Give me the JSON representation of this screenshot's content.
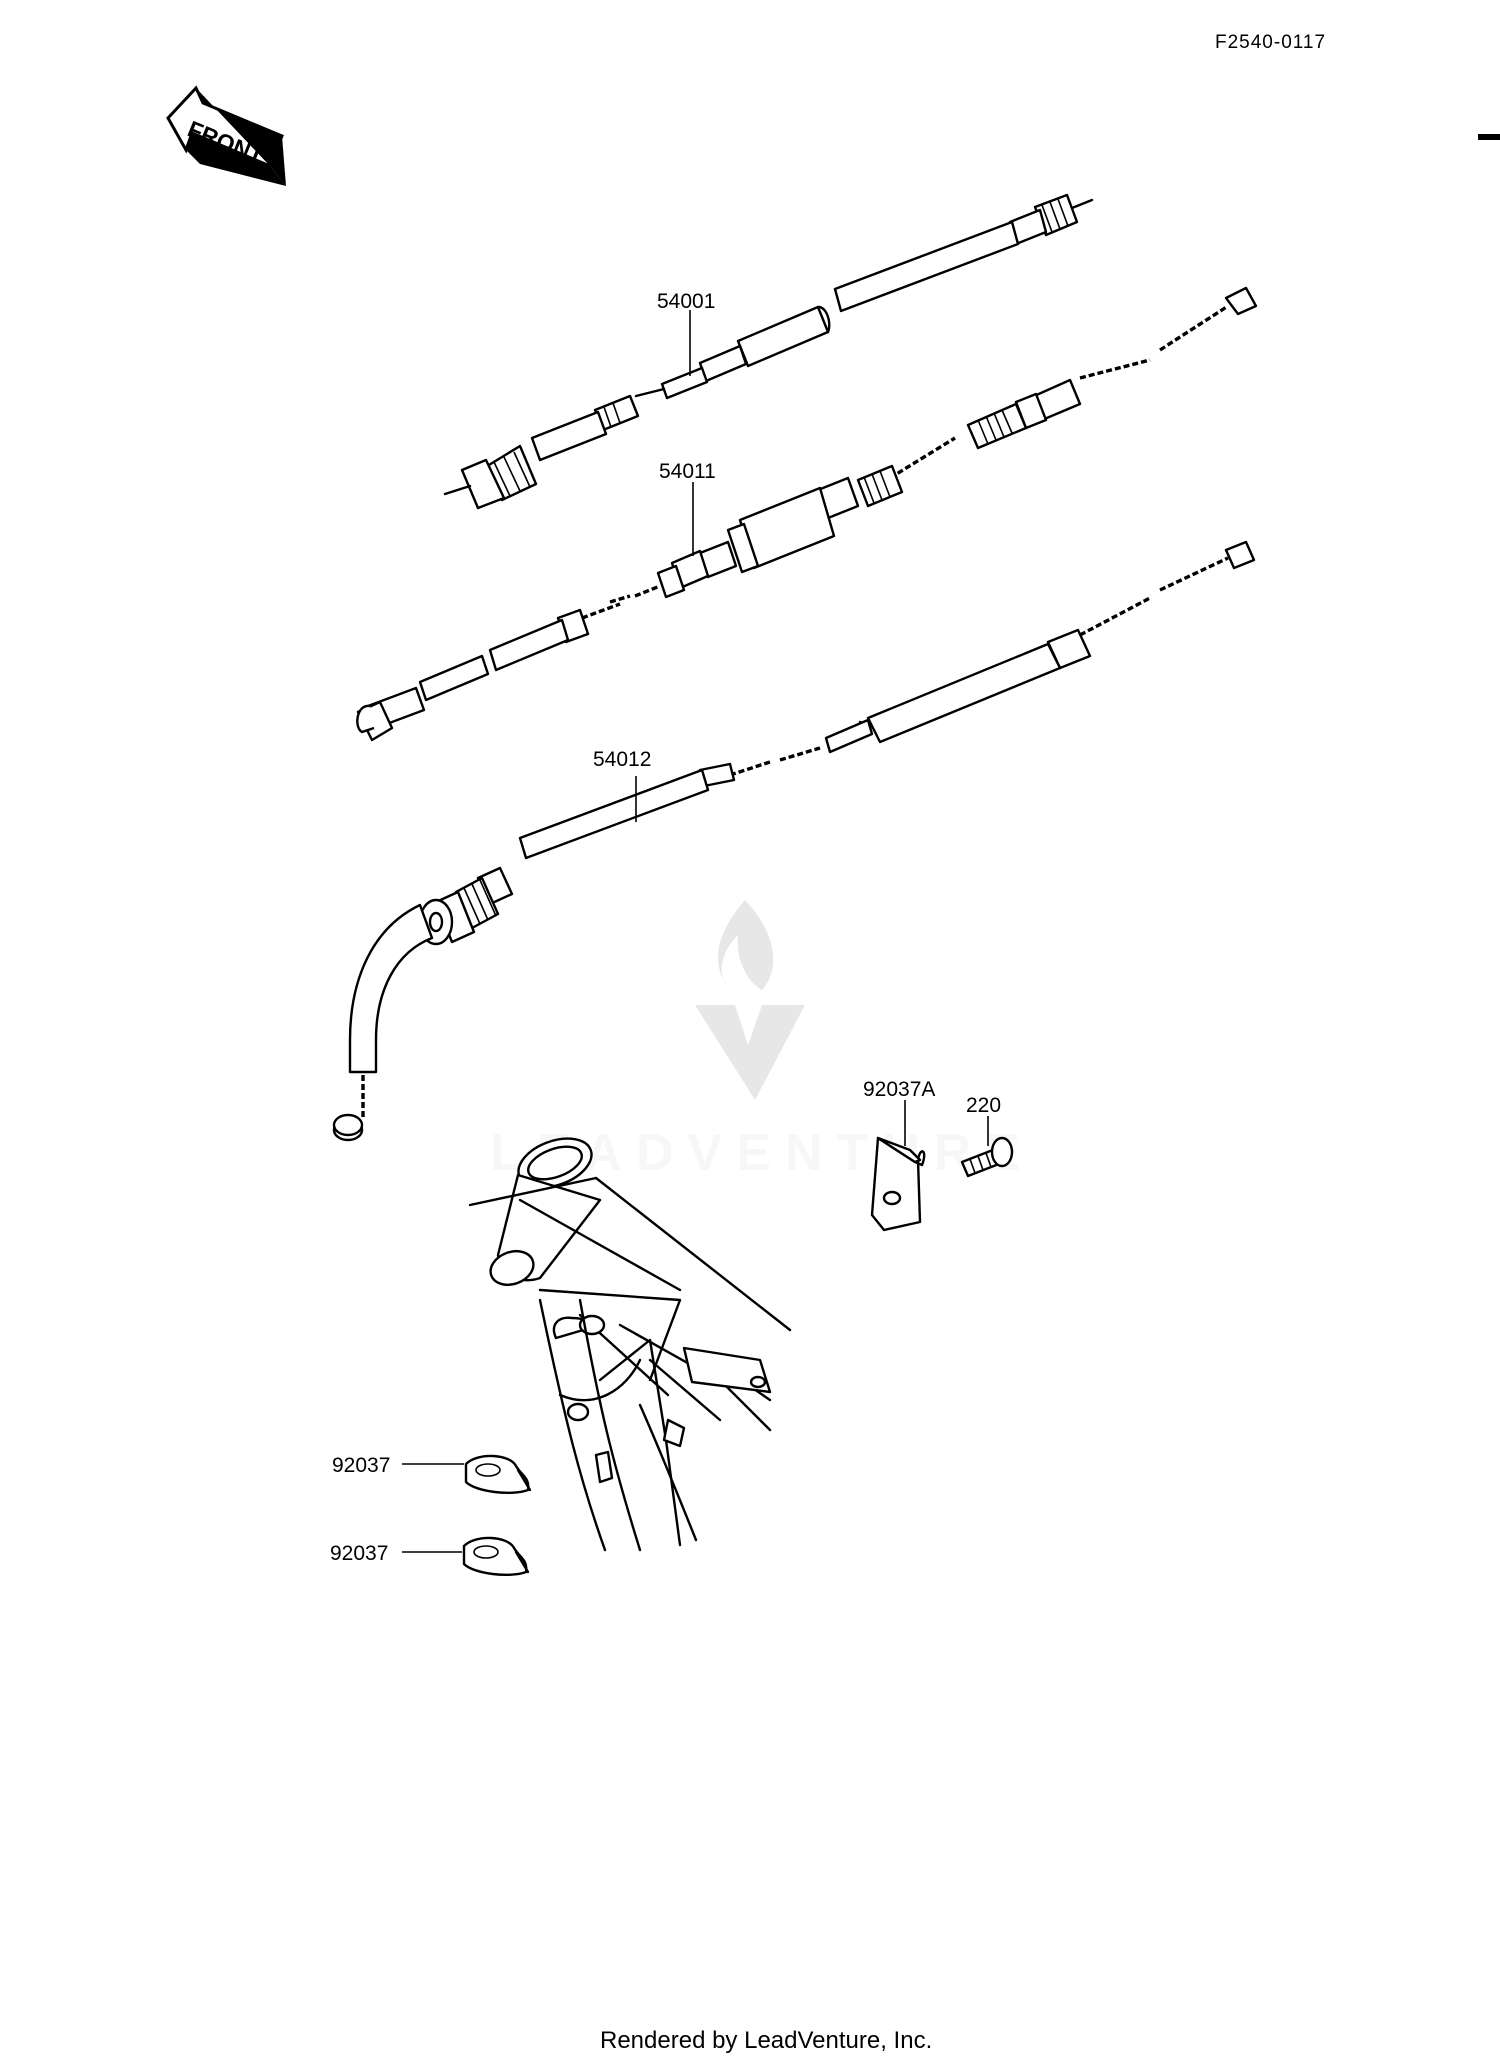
{
  "diagram": {
    "ref_code": "F2540-0117",
    "front_arrow_text": "FRONT",
    "parts": [
      {
        "number": "54001"
      },
      {
        "number": "54011"
      },
      {
        "number": "54012"
      },
      {
        "number": "92037A"
      },
      {
        "number": "220"
      },
      {
        "number": "92037"
      },
      {
        "number": "92037"
      }
    ],
    "watermark_text": "LEADVENTURE",
    "footer": "Rendered by LeadVenture, Inc."
  }
}
